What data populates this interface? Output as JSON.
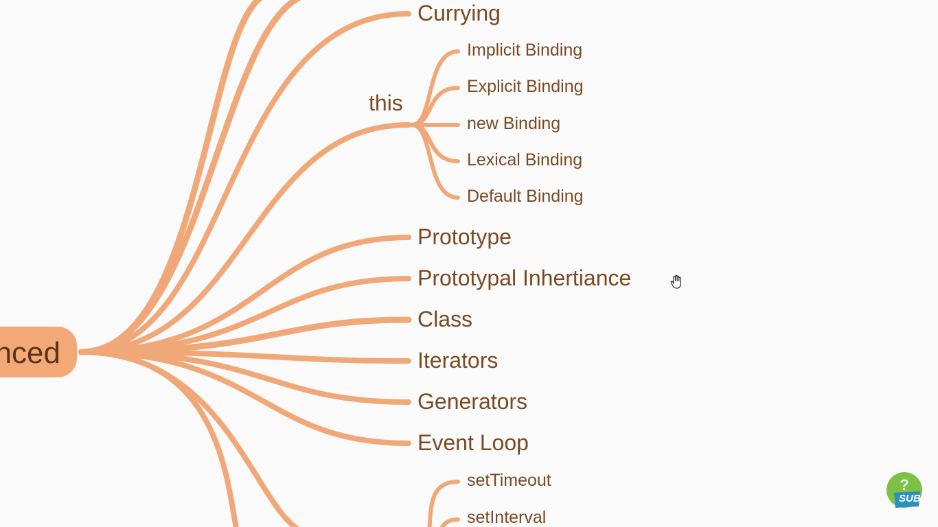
{
  "root": {
    "label": "nced"
  },
  "branches": [
    {
      "id": "currying",
      "label": "Currying",
      "level": 2
    },
    {
      "id": "this",
      "label": "this",
      "level": 2,
      "children": [
        {
          "id": "implicit",
          "label": "Implicit Binding"
        },
        {
          "id": "explicit",
          "label": "Explicit Binding"
        },
        {
          "id": "new",
          "label": "new Binding"
        },
        {
          "id": "lexical",
          "label": "Lexical Binding"
        },
        {
          "id": "default",
          "label": "Default Binding"
        }
      ]
    },
    {
      "id": "prototype",
      "label": "Prototype",
      "level": 2
    },
    {
      "id": "prototypal",
      "label": "Prototypal Inhertiance",
      "level": 2
    },
    {
      "id": "class",
      "label": "Class",
      "level": 2
    },
    {
      "id": "iterators",
      "label": "Iterators",
      "level": 2
    },
    {
      "id": "generators",
      "label": "Generators",
      "level": 2
    },
    {
      "id": "eventloop",
      "label": "Event Loop",
      "level": 2
    },
    {
      "id": "timers",
      "label": "",
      "level": 2,
      "children": [
        {
          "id": "settimeout",
          "label": "setTimeout"
        },
        {
          "id": "setinterval",
          "label": "setInterval"
        }
      ]
    }
  ],
  "colors": {
    "link": "#f0a878",
    "root_fill": "#f3a877",
    "label_text": "#7a4a22"
  },
  "icons": {
    "cursor": "hand-cursor-icon",
    "badge": "subscribe-badge-icon"
  },
  "badge": {
    "label": "SUB"
  }
}
